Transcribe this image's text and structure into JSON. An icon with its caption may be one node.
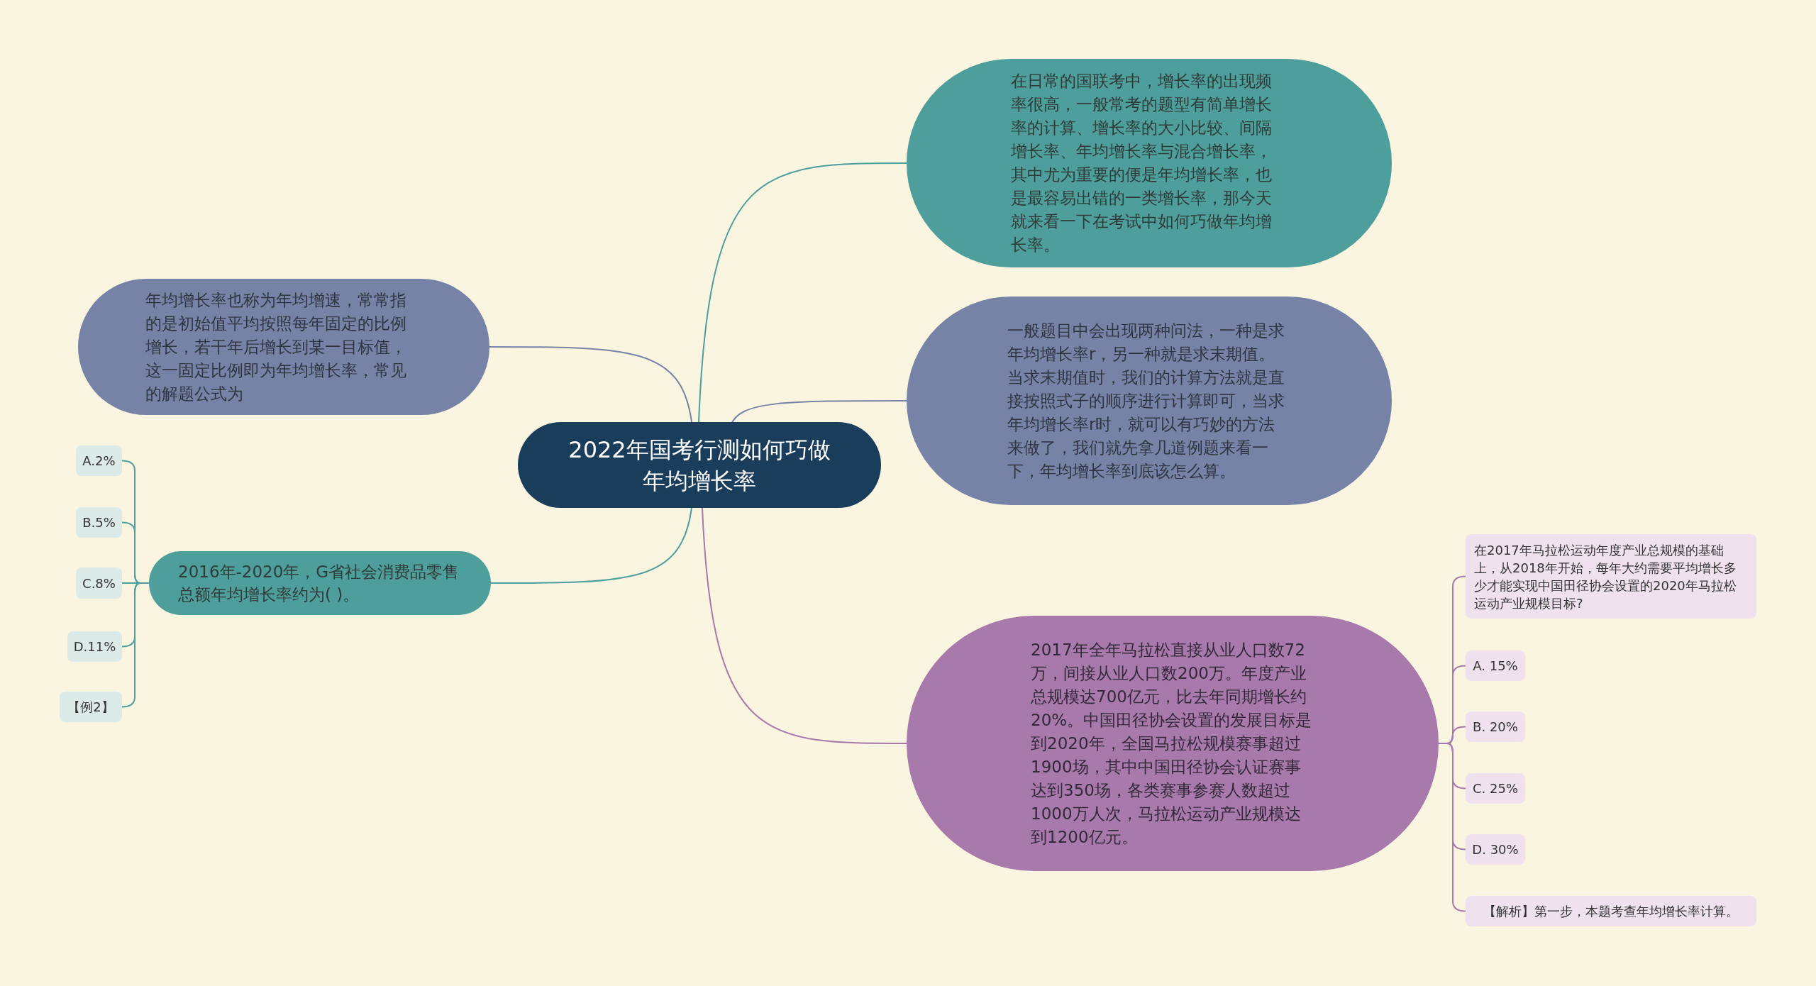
{
  "diagram": {
    "nodes": [
      {
        "text": [
          "2022年国考行测如何巧做年均增长率"
        ]
      },
      {
        "text": [
          "在日常的国联考中，增长率的出现频率很高，一般常考的题型有简单增长率的计算、增长率的大小比较、间隔增长率、年均增长率与混合增长率，其中尤为重要的便是年均增长率，也是最容易出错的一类增长率，那今天就来看一下在考试中如何巧做年均增长率。"
        ]
      },
      {
        "text": [
          "一般题目中会出现两种问法，一种是求年均增长率r，另一种就是求末期值。当求末期值时，我们的计算方法就是直接按照式子的顺序进行计算即可，当求年均增长率r时，就可以有巧妙的方法来做了，我们就先拿几道例题来看一下，年均增长率到底该怎么算。"
        ]
      },
      {
        "text": [
          "年均增长率也称为年均增速，常常指的是初始值平均按照每年固定的比例增长，若干年后增长到某一目标值，这一固定比例即为年均增长率，常见的解题公式为"
        ]
      },
      {
        "text": [
          "2016年-2020年，G省社会消费品零售总额年均增长率约为( )。"
        ]
      },
      {
        "text": [
          "A.2%"
        ]
      },
      {
        "text": [
          "B.5%"
        ]
      },
      {
        "text": [
          "C.8%"
        ]
      },
      {
        "text": [
          "D.11%"
        ]
      },
      {
        "text": [
          "【例2】"
        ]
      },
      {
        "text": [
          "2017年全年马拉松直接从业人口数72万，间接从业人口数200万。年度产业总规模达700亿元，比去年同期增长约20%。中国田径协会设置的发展目标是到2020年，全国马拉松规模赛事超过1900场，其中中国田径协会认证赛事达到350场，各类赛事参赛人数超过1000万人次，马拉松运动产业规模达到1200亿元。"
        ]
      },
      {
        "text": [
          "在2017年马拉松运动年度产业总规模的基础上，从2018年开始，每年大约需要平均增长多少才能实现中国田径协会设置的2020年马拉松运动产业规模目标?"
        ]
      },
      {
        "text": [
          "A. 15%"
        ]
      },
      {
        "text": [
          "B. 20%"
        ]
      },
      {
        "text": [
          "C. 25%"
        ]
      },
      {
        "text": [
          "D. 30%"
        ]
      },
      {
        "text": [
          "【解析】第一步，本题考查年均增长率计算。"
        ]
      }
    ],
    "edges": [
      {
        "from": 0,
        "to": 1,
        "arrow": "none",
        "color": "#4e9e9b"
      },
      {
        "from": 0,
        "to": 2,
        "arrow": "none",
        "color": "#7683a6"
      },
      {
        "from": 0,
        "to": 3,
        "arrow": "none",
        "color": "#7683a6"
      },
      {
        "from": 0,
        "to": 4,
        "arrow": "none",
        "color": "#4e9e9b"
      },
      {
        "from": 0,
        "to": 10,
        "arrow": "none",
        "color": "#a87aab"
      },
      {
        "from": 4,
        "to": 5,
        "arrow": "none",
        "color": "#4e9e9b"
      },
      {
        "from": 4,
        "to": 6,
        "arrow": "none",
        "color": "#4e9e9b"
      },
      {
        "from": 4,
        "to": 7,
        "arrow": "none",
        "color": "#4e9e9b"
      },
      {
        "from": 4,
        "to": 8,
        "arrow": "none",
        "color": "#4e9e9b"
      },
      {
        "from": 4,
        "to": 9,
        "arrow": "none",
        "color": "#4e9e9b"
      },
      {
        "from": 10,
        "to": 11,
        "arrow": "none",
        "color": "#a87aab"
      },
      {
        "from": 10,
        "to": 12,
        "arrow": "none",
        "color": "#a87aab"
      },
      {
        "from": 10,
        "to": 13,
        "arrow": "none",
        "color": "#a87aab"
      },
      {
        "from": 10,
        "to": 14,
        "arrow": "none",
        "color": "#a87aab"
      },
      {
        "from": 10,
        "to": 15,
        "arrow": "none",
        "color": "#a87aab"
      },
      {
        "from": 10,
        "to": 16,
        "arrow": "none",
        "color": "#a87aab"
      }
    ]
  }
}
